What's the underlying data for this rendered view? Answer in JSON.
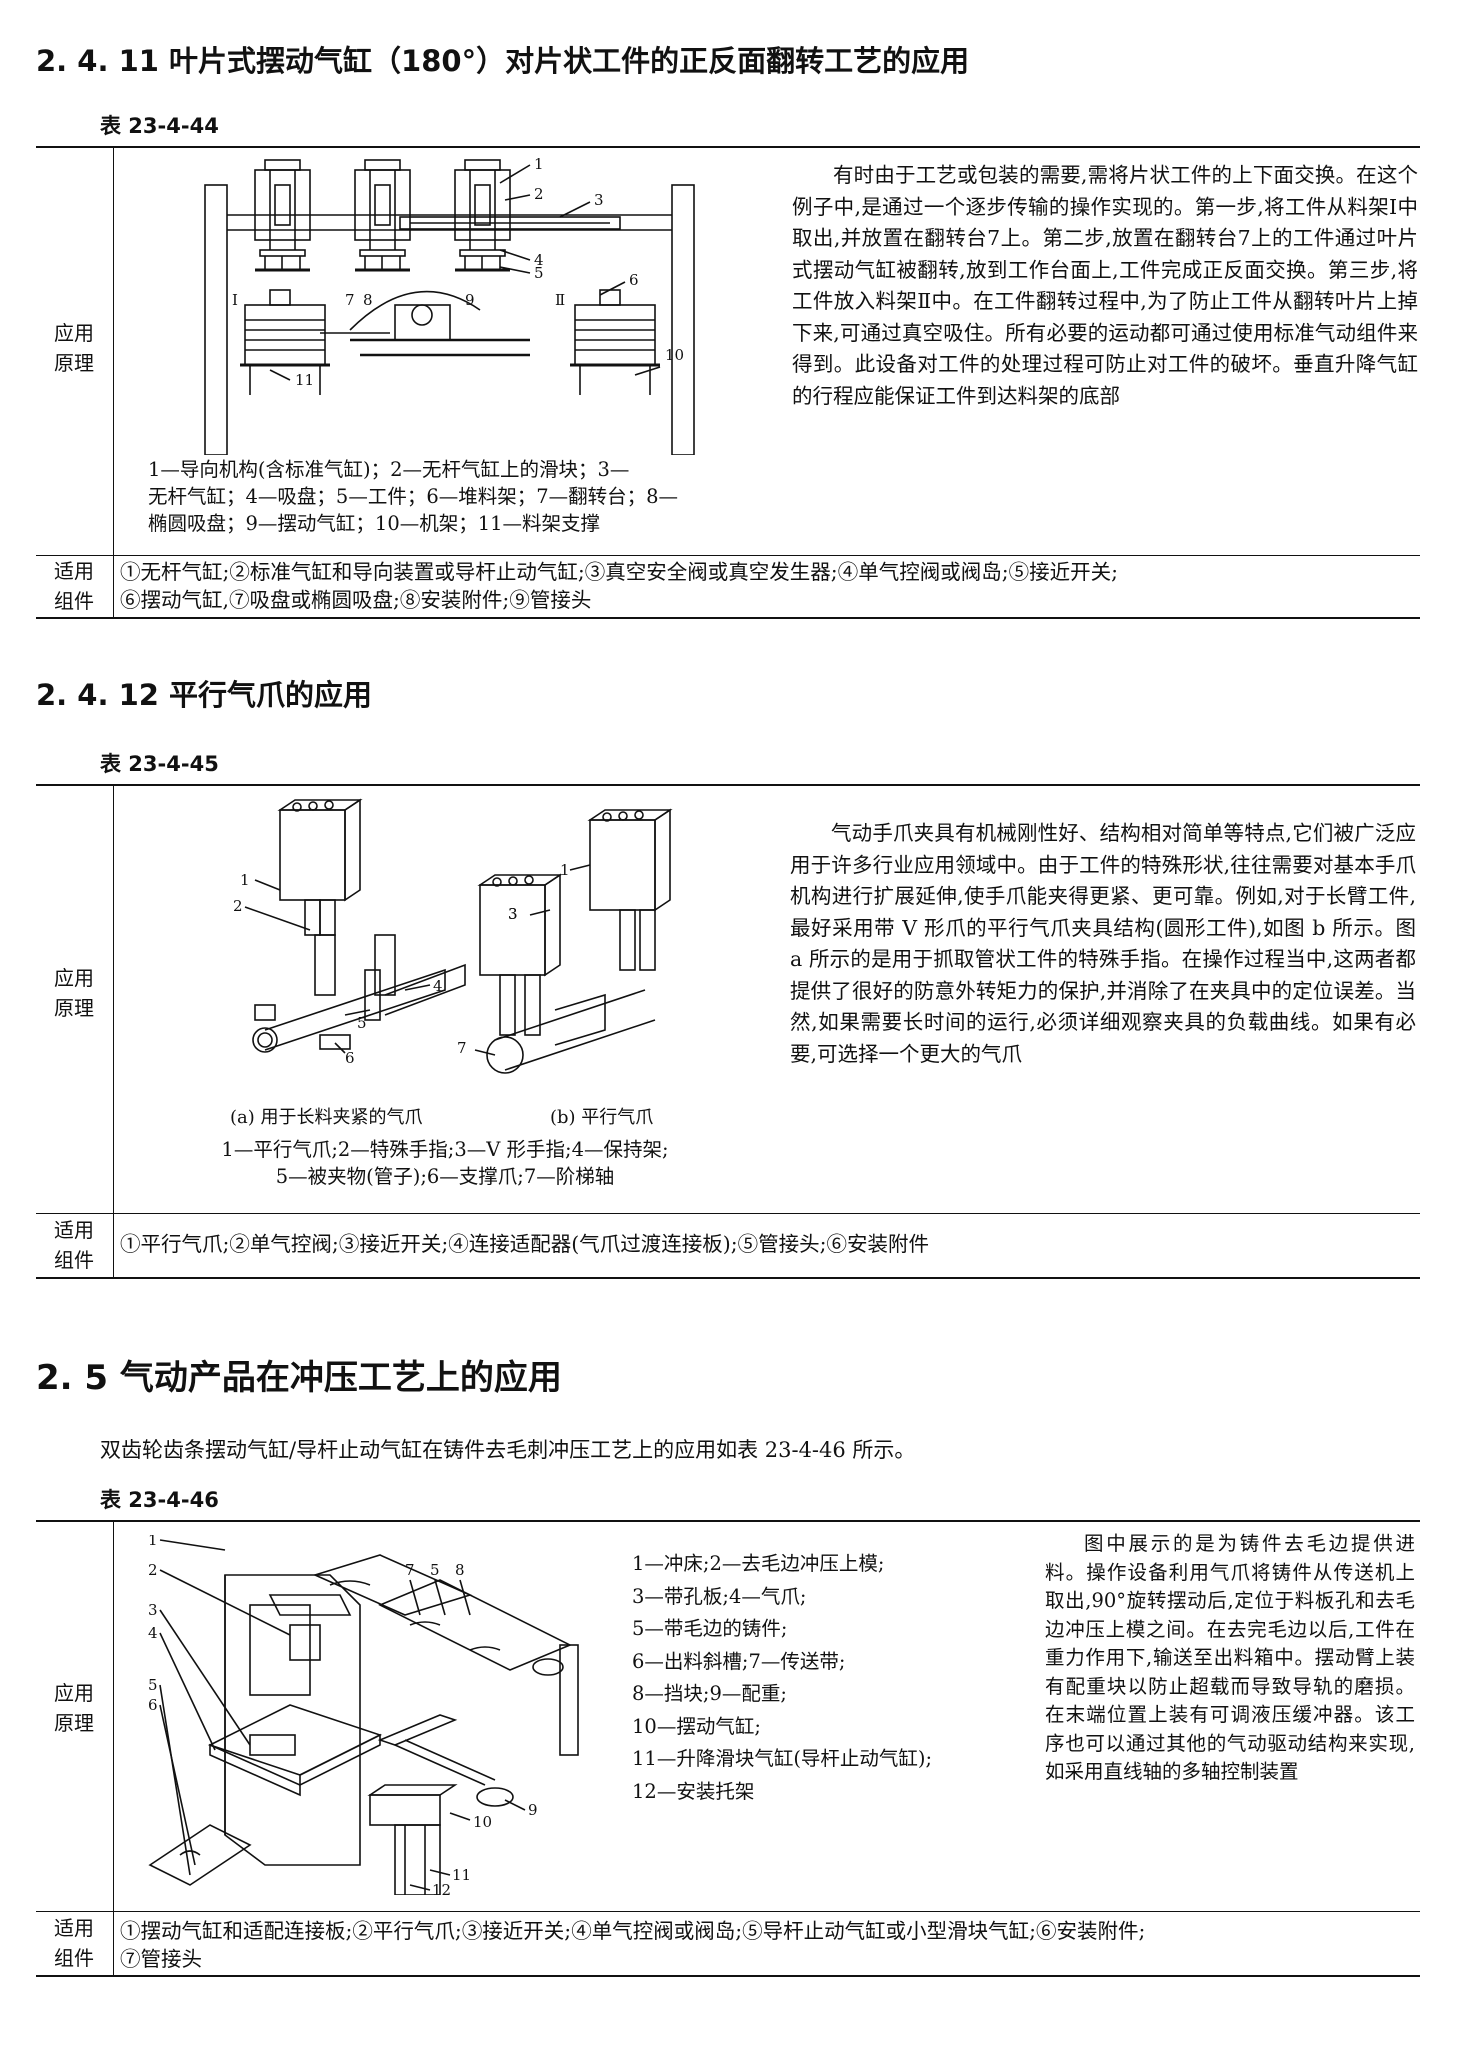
{
  "section_2_4_11": {
    "heading": "2. 4. 11   叶片式摆动气缸（180°）对片状工件的正反面翻转工艺的应用",
    "table_label": "表 23-4-44",
    "principle_label": [
      "应用",
      "原理"
    ],
    "figure_numbers": [
      "1",
      "2",
      "3",
      "4",
      "5",
      "6",
      "7",
      "8",
      "9",
      "10",
      "11",
      "Ⅰ",
      "Ⅱ"
    ],
    "legend": [
      "1—导向机构(含标准气缸)；2—无杆气缸上的滑块；3—",
      "无杆气缸；4—吸盘；5—工件；6—堆料架；7—翻转台；8—",
      "椭圆吸盘；9—摆动气缸；10—机架；11—料架支撑"
    ],
    "description": "有时由于工艺或包装的需要,需将片状工件的上下面交换。在这个例子中,是通过一个逐步传输的操作实现的。第一步,将工件从料架Ⅰ中取出,并放置在翻转台7上。第二步,放置在翻转台7上的工件通过叶片式摆动气缸被翻转,放到工作台面上,工件完成正反面交换。第三步,将工件放入料架Ⅱ中。在工件翻转过程中,为了防止工件从翻转叶片上掉下来,可通过真空吸住。所有必要的运动都可通过使用标准气动组件来得到。此设备对工件的处理过程可防止对工件的破坏。垂直升降气缸的行程应能保证工件到达料架的底部",
    "components_label": [
      "适用",
      "组件"
    ],
    "components": [
      "①无杆气缸;②标准气缸和导向装置或导杆止动气缸;③真空安全阀或真空发生器;④单气控阀或阀岛;⑤接近开关;",
      "⑥摆动气缸,⑦吸盘或椭圆吸盘;⑧安装附件;⑨管接头"
    ]
  },
  "section_2_4_12": {
    "heading": "2. 4. 12   平行气爪的应用",
    "table_label": "表 23-4-45",
    "principle_label": [
      "应用",
      "原理"
    ],
    "figure_numbers": [
      "1",
      "2",
      "3",
      "4",
      "5",
      "6",
      "7",
      "1",
      "3"
    ],
    "caption_a": "(a)  用于长料夹紧的气爪",
    "caption_b": "(b)  平行气爪",
    "legend": [
      "1—平行气爪;2—特殊手指;3—V 形手指;4—保持架;",
      "5—被夹物(管子);6—支撑爪;7—阶梯轴"
    ],
    "description": "气动手爪夹具有机械刚性好、结构相对简单等特点,它们被广泛应用于许多行业应用领域中。由于工件的特殊形状,往往需要对基本手爪机构进行扩展延伸,使手爪能夹得更紧、更可靠。例如,对于长臂工件,最好采用带 V 形爪的平行气爪夹具结构(圆形工件),如图 b 所示。图 a 所示的是用于抓取管状工件的特殊手指。在操作过程当中,这两者都提供了很好的防意外转矩力的保护,并消除了在夹具中的定位误差。当然,如果需要长时间的运行,必须详细观察夹具的负载曲线。如果有必要,可选择一个更大的气爪",
    "components_label": [
      "适用",
      "组件"
    ],
    "components": [
      "①平行气爪;②单气控阀;③接近开关;④连接适配器(气爪过渡连接板);⑤管接头;⑥安装附件"
    ]
  },
  "section_2_5": {
    "heading": "2. 5   气动产品在冲压工艺上的应用",
    "intro": "双齿轮齿条摆动气缸/导杆止动气缸在铸件去毛刺冲压工艺上的应用如表 23-4-46 所示。",
    "table_label": "表 23-4-46",
    "principle_label": [
      "应用",
      "原理"
    ],
    "figure_numbers": [
      "1",
      "2",
      "3",
      "4",
      "5",
      "6",
      "7",
      "5",
      "8",
      "9",
      "10",
      "11",
      "12"
    ],
    "legend": [
      "1—冲床;2—去毛边冲压上模;",
      "3—带孔板;4—气爪;",
      "5—带毛边的铸件;",
      "6—出料斜槽;7—传送带;",
      "8—挡块;9—配重;",
      "10—摆动气缸;",
      "11—升降滑块气缸(导杆止动气缸);",
      "12—安装托架"
    ],
    "description": "图中展示的是为铸件去毛边提供进料。操作设备利用气爪将铸件从传送机上取出,90°旋转摆动后,定位于料板孔和去毛边冲压上模之间。在去完毛边以后,工件在重力作用下,输送至出料箱中。摆动臂上装有配重块以防止超载而导致导轨的磨损。在末端位置上装有可调液压缓冲器。该工序也可以通过其他的气动驱动结构来实现,如采用直线轴的多轴控制装置",
    "components_label": [
      "适用",
      "组件"
    ],
    "components": [
      "①摆动气缸和适配连接板;②平行气爪;③接近开关;④单气控阀或阀岛;⑤导杆止动气缸或小型滑块气缸;⑥安装附件;",
      "⑦管接头"
    ]
  }
}
